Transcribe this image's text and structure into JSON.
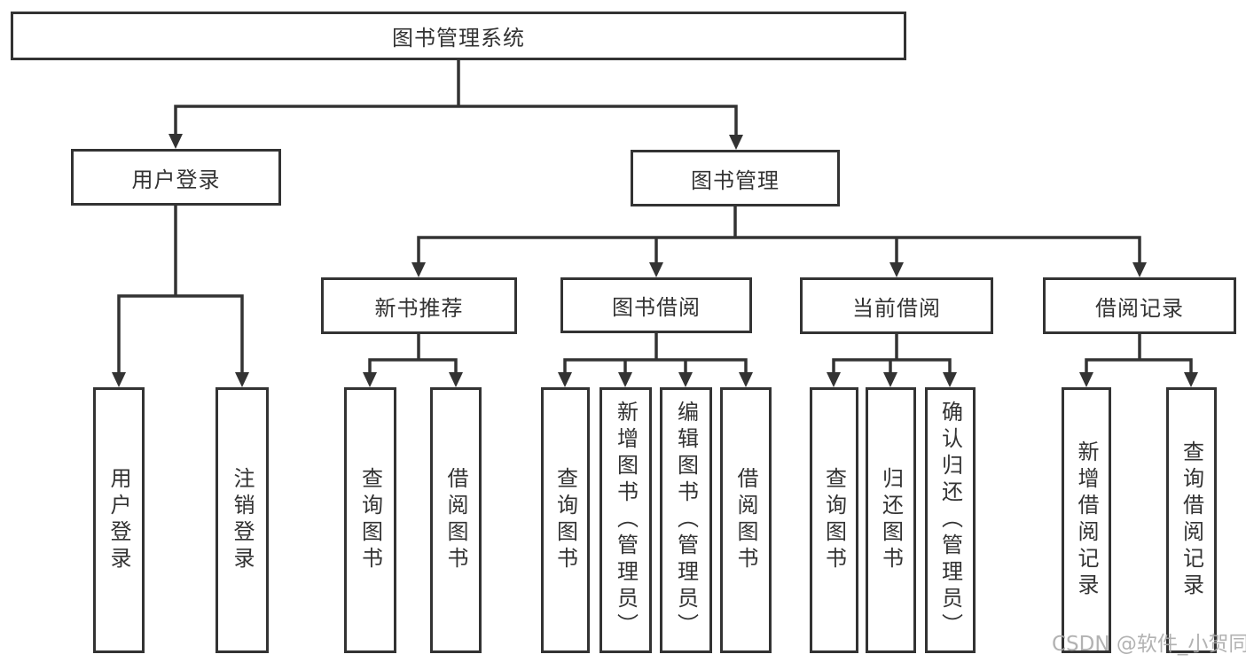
{
  "diagram": {
    "root": {
      "label": "图书管理系统"
    },
    "level2": {
      "user_login": {
        "label": "用户登录"
      },
      "book_mgmt": {
        "label": "图书管理"
      }
    },
    "level3": {
      "new_book_rec": {
        "label": "新书推荐"
      },
      "book_borrow": {
        "label": "图书借阅"
      },
      "current_borrow": {
        "label": "当前借阅"
      },
      "borrow_record": {
        "label": "借阅记录"
      }
    },
    "leaves": {
      "login_user": {
        "label": "用户登录"
      },
      "login_logout": {
        "label": "注销登录"
      },
      "rec_query": {
        "label": "查询图书"
      },
      "rec_borrow": {
        "label": "借阅图书"
      },
      "borrow_query": {
        "label": "查询图书"
      },
      "borrow_add": {
        "label": "新增图书（管理员）"
      },
      "borrow_edit": {
        "label": "编辑图书（管理员）"
      },
      "borrow_borrow": {
        "label": "借阅图书"
      },
      "current_query": {
        "label": "查询图书"
      },
      "current_return": {
        "label": "归还图书"
      },
      "current_confirm": {
        "label": "确认归还（管理员）"
      },
      "record_add": {
        "label": "新增借阅记录"
      },
      "record_query": {
        "label": "查询借阅记录"
      }
    },
    "watermark": "CSDN @软件_小贺同学",
    "colors": {
      "line": "#333333",
      "text": "#333333",
      "watermark": "#aaaaaa",
      "background": "#ffffff"
    }
  }
}
